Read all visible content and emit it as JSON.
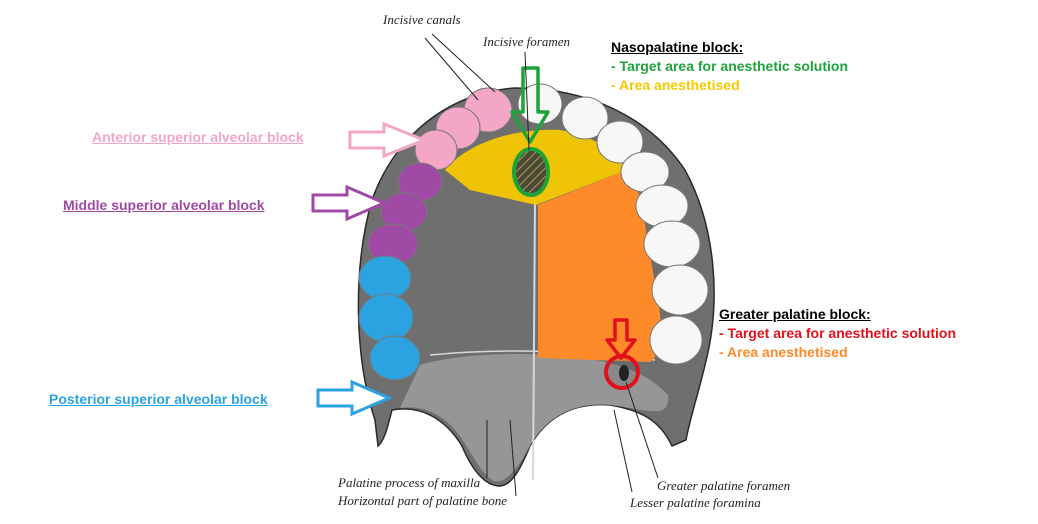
{
  "colors": {
    "pink": "#f4a6c6",
    "purple": "#a04aa6",
    "blue": "#2aa3e0",
    "yellow": "#f5c800",
    "orange": "#ff8a2a",
    "green": "#1ea33a",
    "red": "#e3101c",
    "bone": "#6e6e6e"
  },
  "anatomy_labels": {
    "incisive_canals": "Incisive canals",
    "incisive_foramen": "Incisive foramen",
    "palatine_process": "Palatine process of maxilla",
    "horizontal_part": "Horizontal part of palatine bone",
    "greater_palatine_foramen": "Greater palatine foramen",
    "lesser_palatine_foramina": "Lesser palatine foramina"
  },
  "blocks": {
    "anterior": "Anterior superior alveolar block",
    "middle": "Middle superior alveolar block",
    "posterior": "Posterior superior alveolar block"
  },
  "nasopalatine": {
    "title": "Nasopalatine block:",
    "target": "- Target area for anesthetic solution",
    "area": "- Area anesthetised"
  },
  "greater_palatine": {
    "title": "Greater palatine block:",
    "target": "- Target area for anesthetic solution",
    "area": "- Area anesthetised"
  }
}
